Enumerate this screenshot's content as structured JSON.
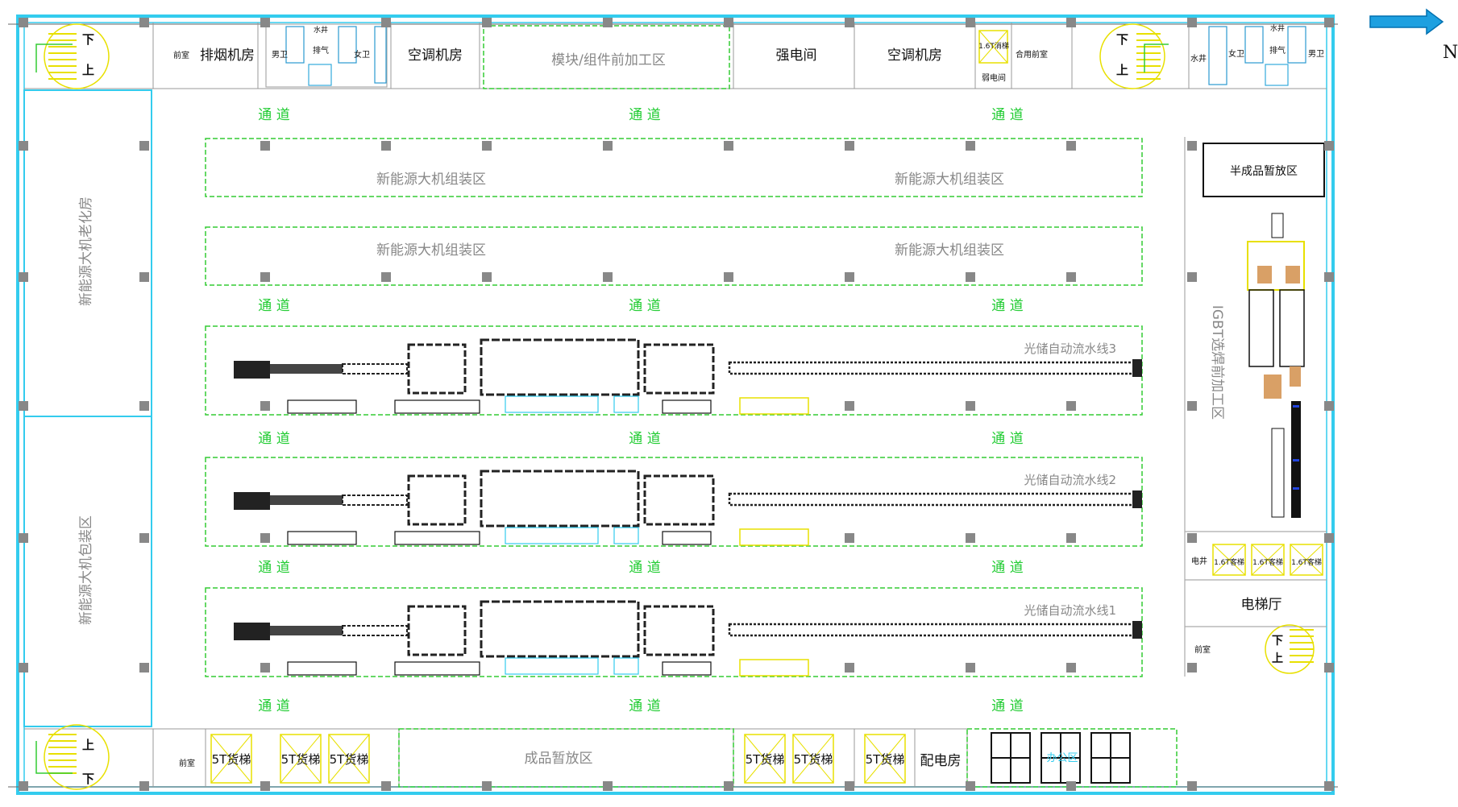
{
  "compass": {
    "label": "N",
    "color": "#1ea0e0"
  },
  "colors": {
    "wall": "#33ccee",
    "zone": "#33cc33",
    "elevator": "#e8e000",
    "corridor": "#22cc33",
    "zoneText": "#888888",
    "roomText": "#111111"
  },
  "corridor_label": "通 道",
  "top_rooms": {
    "anteroom_nw": "前室",
    "smoke_exhaust": "排烟机房",
    "male_wc_1": "男卫",
    "water_well_1": "水井",
    "exhaust_1": "排气",
    "female_wc_1": "女卫",
    "ac_room_1": "空调机房",
    "module_prep": "模块/组件前加工区",
    "strong_power": "强电间",
    "ac_room_2": "空调机房",
    "fire_elevator": "1.6T消梯",
    "weak_power": "弱电间",
    "shared_anteroom": "合用前室",
    "water_well_2": "水井",
    "female_wc_2": "女卫",
    "exhaust_2": "排气",
    "male_wc_2": "男卫"
  },
  "stairs": {
    "down": "下",
    "up": "上"
  },
  "assembly_zones": [
    "新能源大机组装区",
    "新能源大机组装区",
    "新能源大机组装区",
    "新能源大机组装区"
  ],
  "lines": [
    "光储自动流水线3",
    "光储自动流水线2",
    "光储自动流水线1"
  ],
  "left_rooms": {
    "aging": "新能源大机老化房",
    "packing": "新能源大机包装区"
  },
  "right_rooms": {
    "semi_finished": "半成品暂放区",
    "igbt": "IGBT选焊前加工区",
    "elec_well": "电井",
    "passenger_elevator": "1.6T客梯",
    "elevator_hall": "电梯厅",
    "anteroom_se": "前室"
  },
  "bottom_rooms": {
    "anteroom_sw": "前室",
    "freight_elevator": "5T货梯",
    "finished_storage": "成品暂放区",
    "distribution": "配电房",
    "office": "办公区"
  }
}
